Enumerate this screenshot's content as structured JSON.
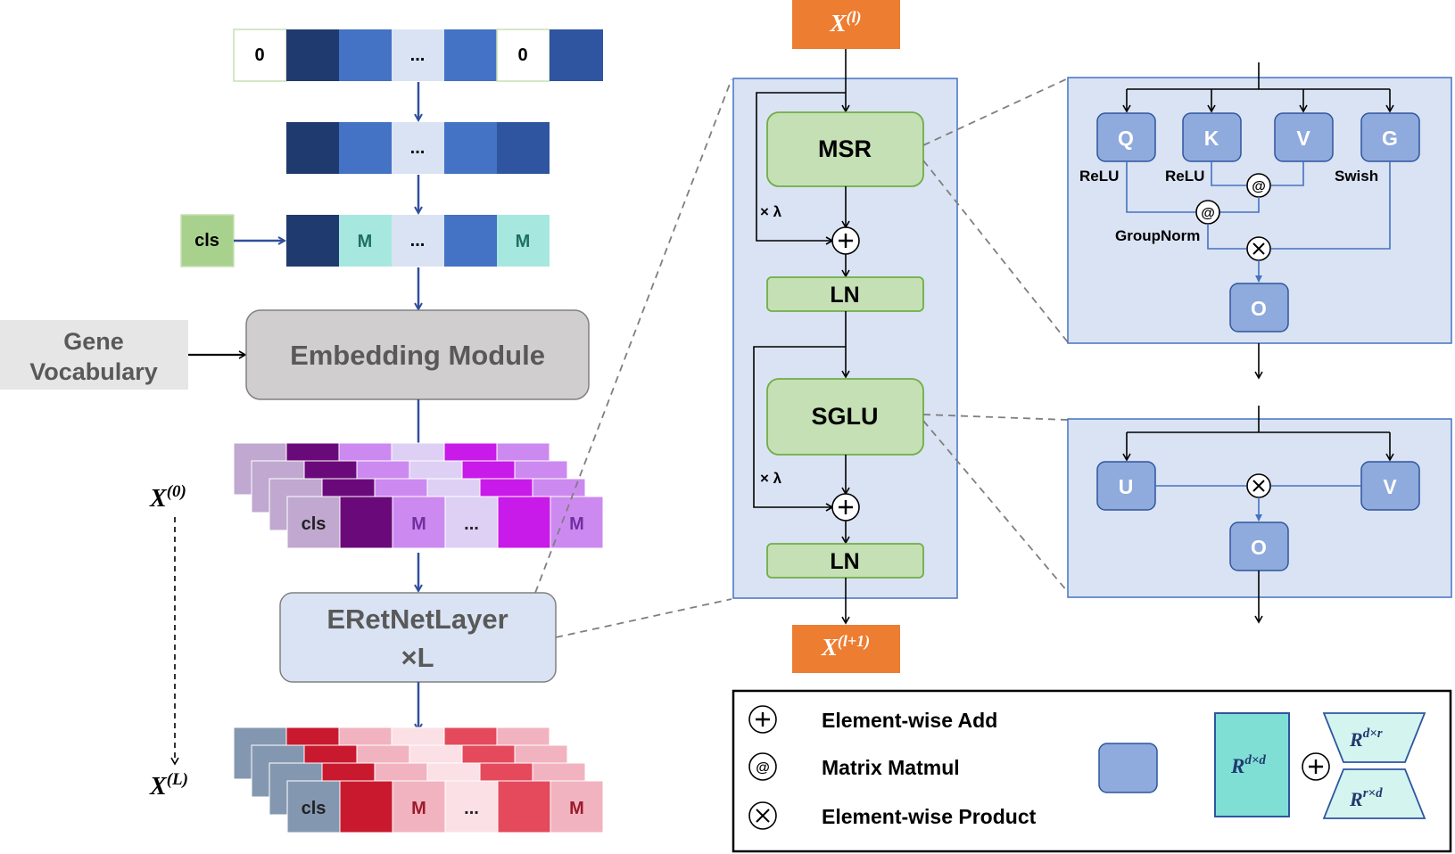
{
  "input_tokens": [
    "0",
    "",
    "",
    "...",
    "",
    "0",
    ""
  ],
  "filtered_tokens": [
    "",
    "",
    "...",
    "",
    ""
  ],
  "masked_tokens": {
    "cls_label": "cls",
    "cells": [
      "",
      "M",
      "...",
      "",
      "M"
    ]
  },
  "gene_vocabulary": "Gene\nVocabulary",
  "embedding_module": "Embedding Module",
  "embedding_stack": [
    "cls",
    "",
    "M",
    "...",
    "",
    "M"
  ],
  "output_stack": [
    "cls",
    "",
    "M",
    "...",
    "",
    "M"
  ],
  "x0": {
    "base": "X",
    "sup": "(0)"
  },
  "xL": {
    "base": "X",
    "sup": "(L)"
  },
  "eretnet_layer": {
    "name": "ERetNetLayer",
    "repeat": "×L"
  },
  "layer_detail": {
    "input": {
      "base": "X",
      "sup": "(l)"
    },
    "output": {
      "base": "X",
      "sup": "(l+1)"
    },
    "msr": "MSR",
    "sglu": "SGLU",
    "ln1": "LN",
    "ln2": "LN",
    "lambda1": "× λ",
    "lambda2": "× λ"
  },
  "msr_detail": {
    "q": "Q",
    "k": "K",
    "v": "V",
    "g": "G",
    "o": "O",
    "relu_q": "ReLU",
    "relu_k": "ReLU",
    "swish": "Swish",
    "groupnorm": "GroupNorm"
  },
  "sglu_detail": {
    "u": "U",
    "v": "V",
    "o": "O"
  },
  "legend": {
    "add": "Element-wise Add",
    "matmul": "Matrix Matmul",
    "product": "Element-wise Product",
    "full_matrix": {
      "base": "R",
      "sup": "d×d"
    },
    "low_rank_a": {
      "base": "R",
      "sup": "d×r"
    },
    "low_rank_b": {
      "base": "R",
      "sup": "r×d"
    }
  },
  "colors": {
    "blue_dark": "#1f3a6e",
    "blue_mid": "#4472c4",
    "blue_light": "#dae3f3",
    "blue_deep": "#2f55a0",
    "mask_teal": "#a6e8df",
    "cls_green": "#a9d18e",
    "orange": "#ed7d31",
    "panel_blue": "#dae3f3",
    "node_blue": "#8faadc",
    "green_box": "#c5e0b4",
    "teal_matrix": "#7fdfd4",
    "purple_1": "#c0a8d0",
    "purple_2": "#6a0a7a",
    "purple_3": "#cc8af0",
    "purple_4": "#ddd0f4",
    "purple_5": "#c81ae8",
    "red_1": "#8497b0",
    "red_2": "#c9192e",
    "red_3": "#f2b3c0",
    "red_4": "#fbe0e6",
    "red_5": "#e44a5c"
  }
}
